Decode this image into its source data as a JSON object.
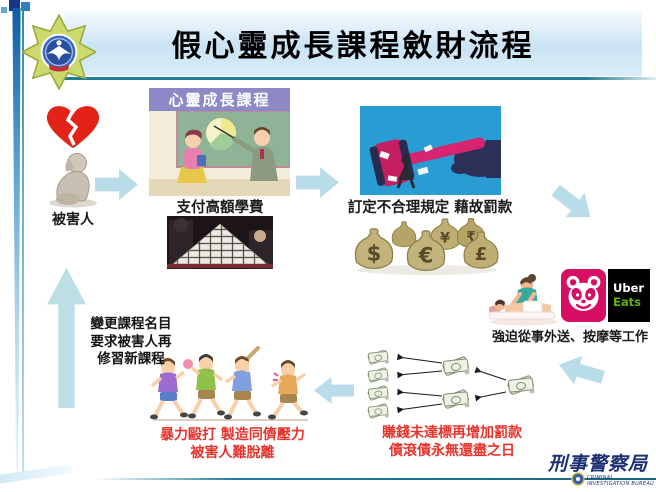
{
  "header": {
    "title": "假心靈成長課程斂財流程"
  },
  "flow": {
    "victim": {
      "label": "被害人"
    },
    "course": {
      "banner": "心靈成長課程",
      "caption": "支付高額學費"
    },
    "fines": {
      "caption": "訂定不合理規定 藉故罰款"
    },
    "moneybags": {
      "symbols": [
        "$",
        "€",
        "¥",
        "₹",
        "£"
      ]
    },
    "forced_work": {
      "caption": "強迫從事外送、按摩等工作",
      "uber_word": "Uber",
      "eats_word": "Eats"
    },
    "debt": {
      "line1": "賺錢未達標再增加罰款",
      "line2": "債滾債永無還盡之日"
    },
    "violence": {
      "line1": "暴力毆打 製造同儕壓力",
      "line2": "被害人難脫離"
    },
    "relearn": {
      "line1": "變更課程名目",
      "line2": "要求被害人再",
      "line3": "修習新課程"
    }
  },
  "footer": {
    "bureau": "刑事警察局",
    "bureau_en": "CRIMINAL INVESTIGATION BUREAU"
  },
  "colors": {
    "arrow": "#b9dde8",
    "banner_purple": "#8d89c7",
    "alert_red": "#e7342b",
    "foodpanda_pink": "#d70f64",
    "uber_green": "#5fb709",
    "teal_line": "#1e7d95"
  }
}
